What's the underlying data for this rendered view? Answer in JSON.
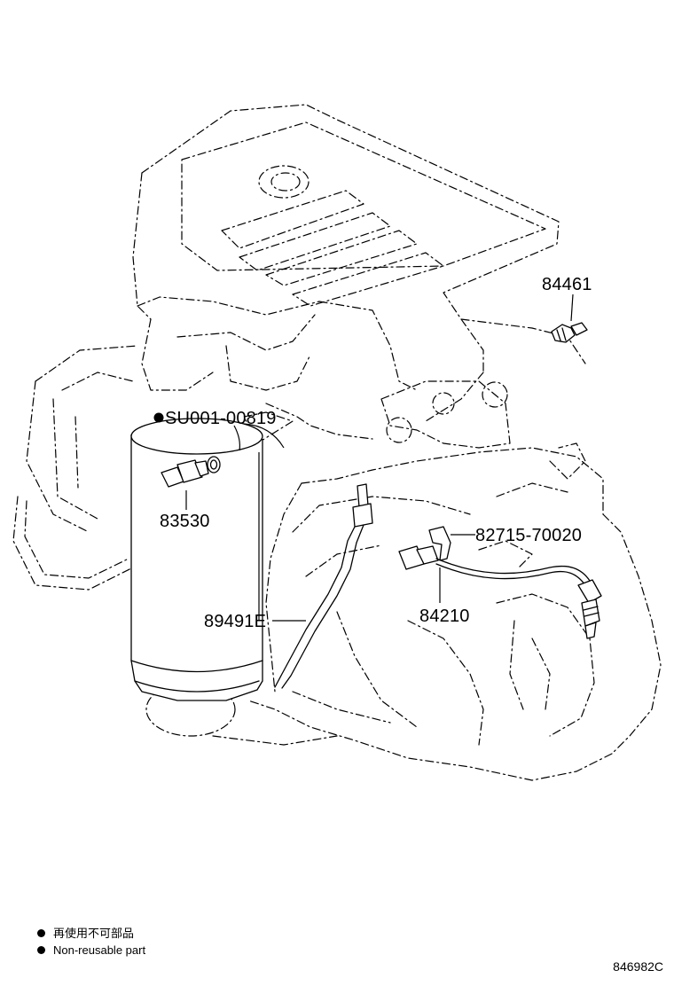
{
  "callouts": {
    "part_84461": "84461",
    "part_su001": "SU001-00819",
    "part_83530": "83530",
    "part_82715": "82715-70020",
    "part_89491e": "89491E",
    "part_84210": "84210"
  },
  "legend": {
    "japanese": "再使用不可部品",
    "english": "Non-reusable part"
  },
  "diagram_id": "846982C"
}
